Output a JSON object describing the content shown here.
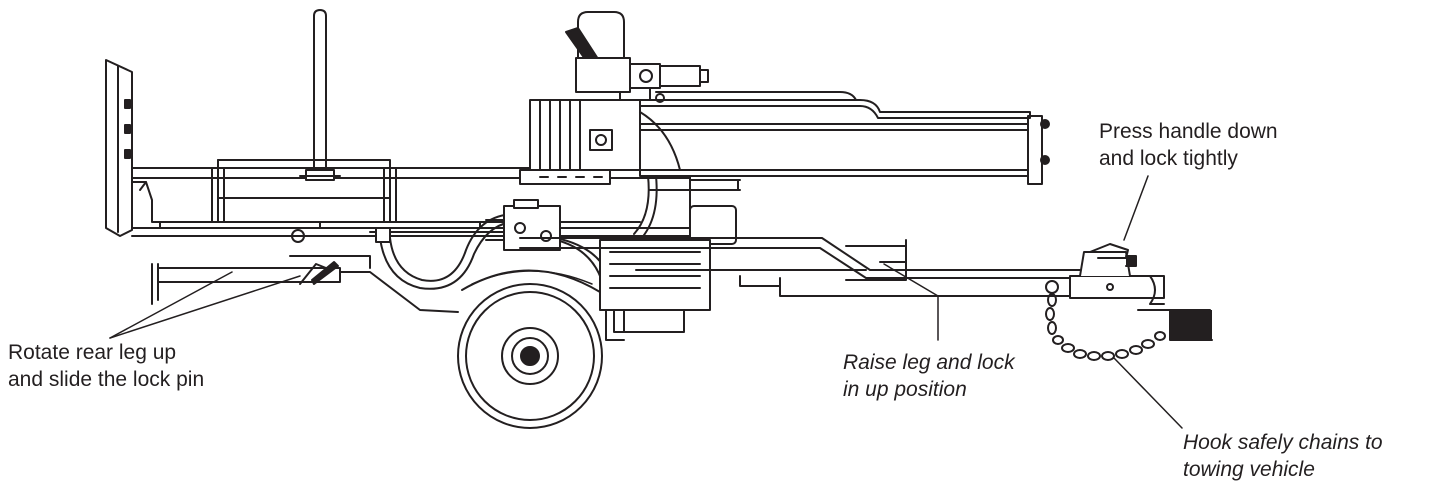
{
  "callouts": {
    "rear_leg": {
      "line1": "Rotate rear leg up",
      "line2": "and slide the lock pin"
    },
    "raise_leg": {
      "line1": "Raise leg and lock",
      "line2": "in up position"
    },
    "press_handle": {
      "line1": "Press handle down",
      "line2": "and lock tightly"
    },
    "hook_chains": {
      "line1": "Hook safely chains to",
      "line2": "towing vehicle"
    }
  },
  "colors": {
    "ink": "#231f20",
    "background": "#ffffff"
  }
}
